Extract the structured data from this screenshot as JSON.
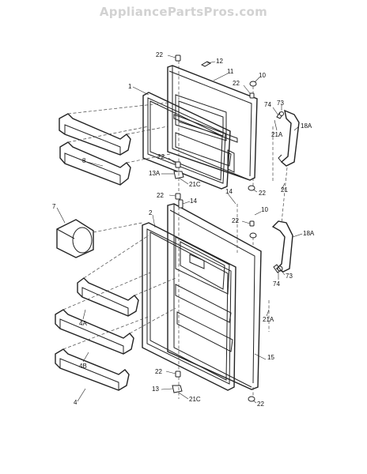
{
  "site": {
    "title": "AppliancePartsPros.com"
  },
  "labels": {
    "l22a": "22",
    "l12": "12",
    "l11": "11",
    "l10a": "10",
    "l22b": "22",
    "l74a": "74",
    "l73a": "73",
    "l1": "1",
    "l21a_top": "21A",
    "l18a_top": "18A",
    "l8": "8",
    "l22c": "22",
    "l13a": "13A",
    "l21c_top": "21C",
    "l14a": "14",
    "l22d": "22",
    "l14b": "14",
    "l21": "21",
    "l22e": "22",
    "l7": "7",
    "l2": "2",
    "l10b": "10",
    "l22f": "22",
    "l18a_bot": "18A",
    "l74b": "74",
    "l73b": "73",
    "l4a": "4A",
    "l21a_bot": "21A",
    "l4b": "4B",
    "l15": "15",
    "l22g": "22",
    "l13": "13",
    "l21c_bot": "21C",
    "l4": "4",
    "l22h": "22"
  }
}
